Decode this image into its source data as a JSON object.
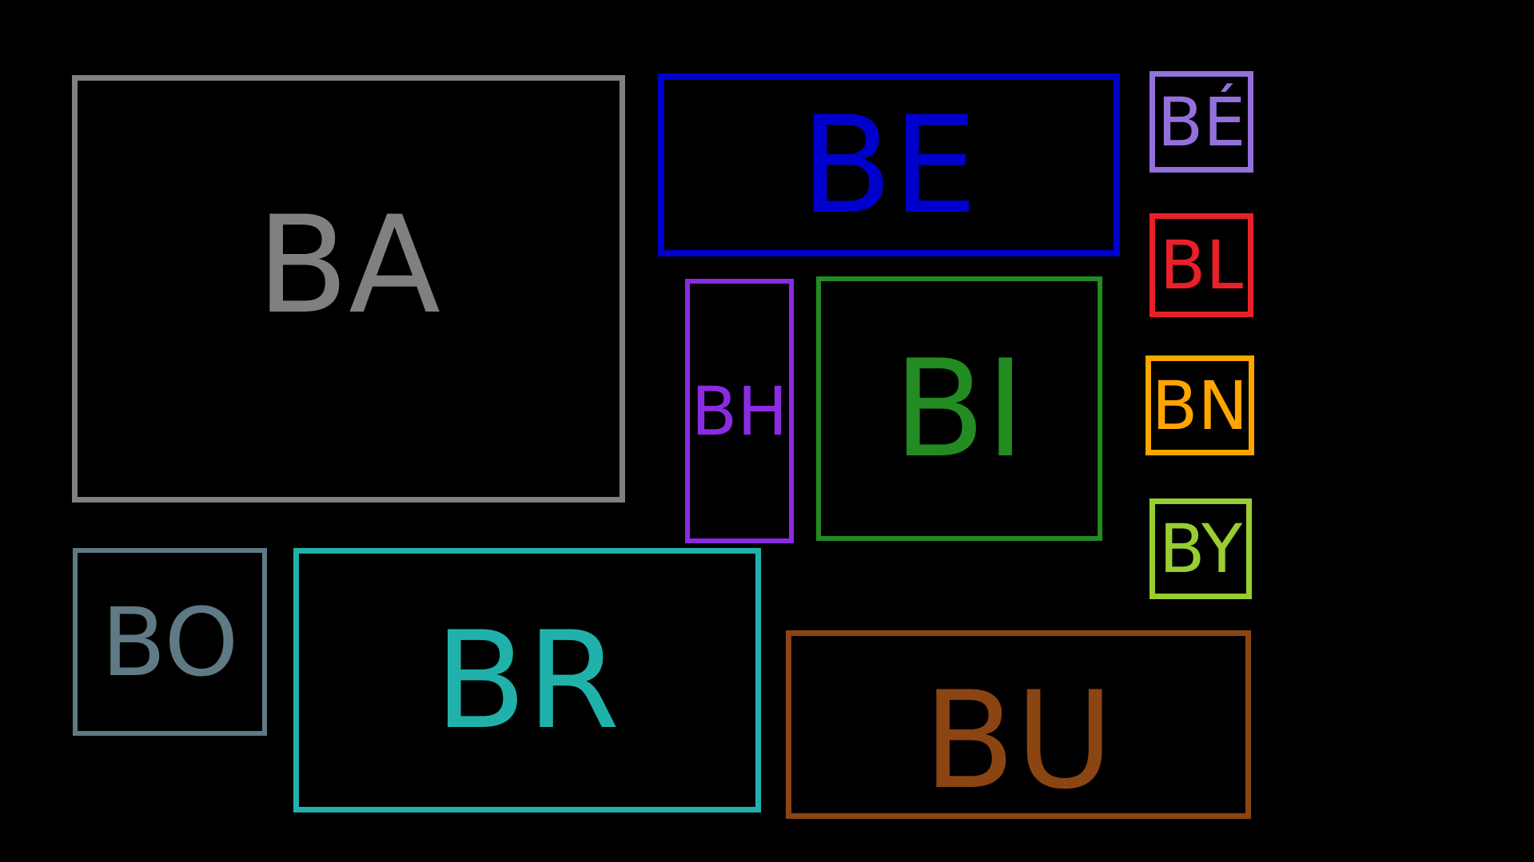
{
  "background_color": "#000000",
  "tiles": [
    {
      "key": "ba",
      "label": "BA",
      "color": "#808080"
    },
    {
      "key": "be",
      "label": "BE",
      "color": "#0000CC"
    },
    {
      "key": "be2",
      "label": "BÉ",
      "color": "#9370DB"
    },
    {
      "key": "bl",
      "label": "BL",
      "color": "#E8202A"
    },
    {
      "key": "bn",
      "label": "BN",
      "color": "#FFA500"
    },
    {
      "key": "by",
      "label": "BY",
      "color": "#9ACD32"
    },
    {
      "key": "bh",
      "label": "BH",
      "color": "#8A2BE2"
    },
    {
      "key": "bi",
      "label": "BI",
      "color": "#228B22"
    },
    {
      "key": "bo",
      "label": "BO",
      "color": "#5F7A85"
    },
    {
      "key": "br",
      "label": "BR",
      "color": "#20B2AA"
    },
    {
      "key": "bu",
      "label": "BU",
      "color": "#8B4513"
    }
  ]
}
